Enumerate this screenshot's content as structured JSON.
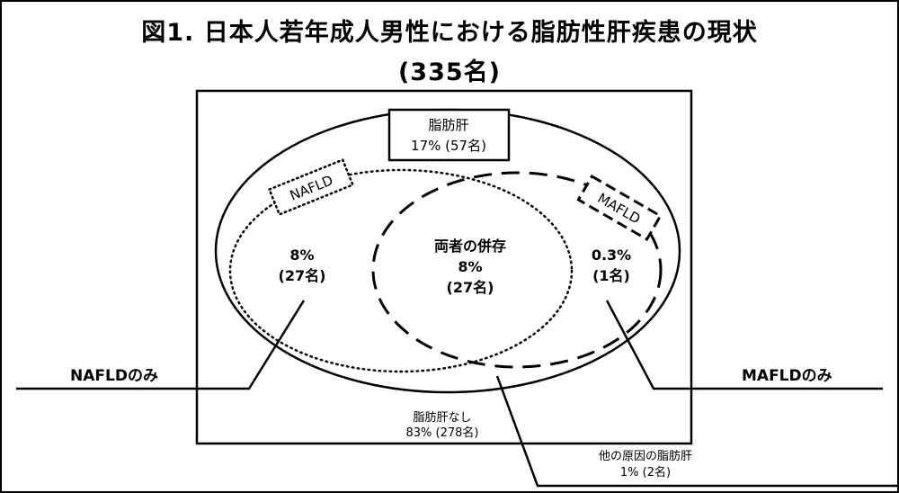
{
  "title": "図1. 日本人若年成人男性における脂肪性肝疾患の現状",
  "subtitle": "(335名)",
  "fatty_liver": {
    "label": "脂肪肝",
    "value": "17% (57名)"
  },
  "nafld_tag": "NAFLD",
  "mafld_tag": "MAFLD",
  "nafld_only": {
    "pct": "8%",
    "count": "(27名)",
    "label": "NAFLDのみ"
  },
  "both": {
    "label": "両者の併存",
    "pct": "8%",
    "count": "(27名)"
  },
  "mafld_only": {
    "pct": "0.3%",
    "count": "(1名)",
    "label": "MAFLDのみ"
  },
  "no_fatty_liver": {
    "label": "脂肪肝なし",
    "value": "83% (278名)"
  },
  "other_cause": {
    "label": "他の原因の脂肪肝",
    "value": "1% (2名)"
  }
}
